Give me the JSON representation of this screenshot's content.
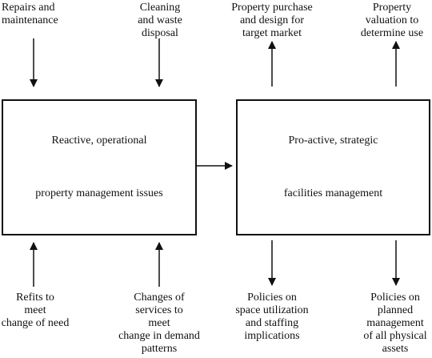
{
  "top_labels": {
    "repairs": "Repairs and\nmaintenance",
    "cleaning": "Cleaning\nand waste\ndisposal",
    "purchase": "Property purchase\nand design for\ntarget market",
    "valuation": "Property\nvaluation to\ndetermine use"
  },
  "left_box": {
    "line1": "Reactive, operational",
    "line2": "property management issues"
  },
  "right_box": {
    "line1": "Pro-active, strategic",
    "line2": "facilities management"
  },
  "bottom_labels": {
    "refits": "Refits to\nmeet\nchange of need",
    "changes": "Changes of\nservices to\nmeet\nchange in demand\npatterns",
    "policies_space": "Policies on\nspace utilization\nand staffing\nimplications",
    "policies_assets": "Policies on\nplanned\nmanagement\nof all physical\nassets"
  }
}
